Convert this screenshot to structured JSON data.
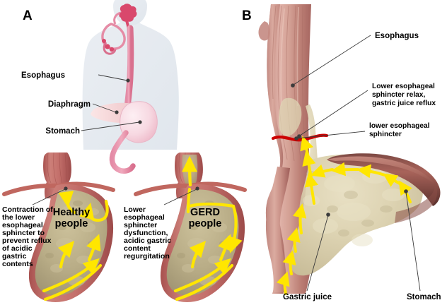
{
  "figure": {
    "background_color": "#ffffff",
    "panels": [
      {
        "id": "A",
        "letter": "A"
      },
      {
        "id": "B",
        "letter": "B"
      }
    ]
  },
  "panel_a": {
    "letter": "A",
    "torso_color": "#e4e9ef",
    "organ_color": "#e58ca6",
    "stomach_color": "#f6d4dd",
    "labels": [
      {
        "name": "esophagus",
        "text": "Esophagus"
      },
      {
        "name": "diaphragm",
        "text": "Diaphragm"
      },
      {
        "name": "stomach",
        "text": "Stomach"
      }
    ],
    "healthy_diagram": {
      "title": "Healthy people",
      "title_line1": "Healthy",
      "title_line2": "people",
      "caption": "Contraction of the lower esophageal sphincter to prevent reflux of acidic gastric contents",
      "caption_lines": [
        "Contraction of",
        "the lower",
        "esophageal",
        "sphincter to",
        "prevent reflux",
        "of acidic",
        "gastric",
        "contents"
      ]
    },
    "gerd_diagram": {
      "title": "GERD people",
      "title_line1": "GERD",
      "title_line2": "people",
      "caption": "Lower esophageal sphincter dysfunction, acidic gastric content regurgitation",
      "caption_lines": [
        "Lower",
        "esophageal",
        "sphincter",
        "dysfunction,",
        "acidic gastric",
        "content",
        "regurgitation"
      ]
    },
    "arrow_color": "#ffe600",
    "muscle_color": "#c4706b",
    "mucosa_color": "#b8ab86"
  },
  "panel_b": {
    "letter": "B",
    "labels": [
      {
        "name": "esophagus",
        "text": "Esophagus"
      },
      {
        "name": "les-relax",
        "text": "Lower esophageal sphincter relax, gastric juice reflux",
        "lines": [
          "Lower esophageal",
          "sphincter relax,",
          "gastric juice reflux"
        ]
      },
      {
        "name": "les",
        "text": "lower esophageal sphincter",
        "lines": [
          "lower esophageal",
          "sphincter"
        ]
      },
      {
        "name": "gastric-juice",
        "text": "Gastric juice"
      },
      {
        "name": "stomach",
        "text": "Stomach"
      }
    ],
    "sphincter_line_color": "#cc0000",
    "arrow_color": "#ffe600",
    "tissue_color": "#c98a8a",
    "gastric_juice_color": "#ded3b0"
  }
}
